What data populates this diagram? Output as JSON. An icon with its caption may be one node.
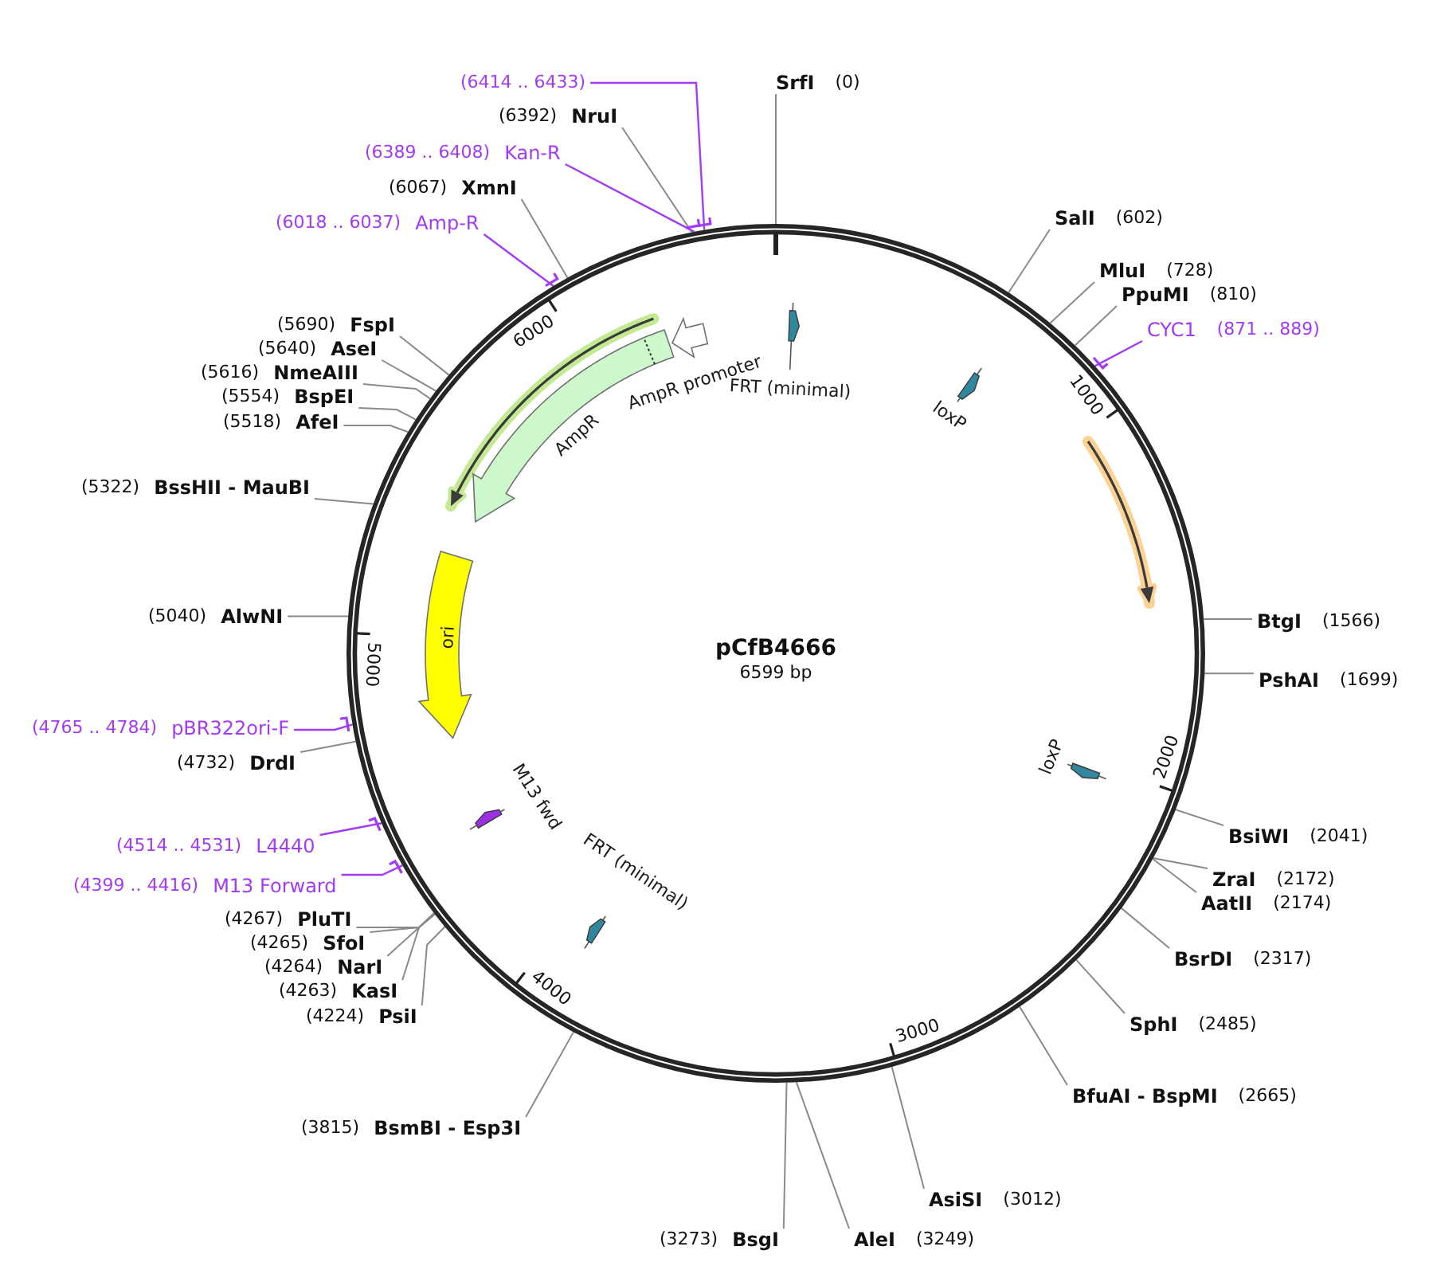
{
  "diagram": {
    "nodes": [
      {
        "text": [
          "pCfB4666",
          "6599 bp"
        ]
      },
      {
        "text": [
          "AmpR"
        ],
        "in": 0
      },
      {
        "text": [
          "AmpR promoter"
        ],
        "in": 0
      },
      {
        "text": [
          "FRT (minimal)"
        ],
        "in": 0
      },
      {
        "text": [
          "loxP"
        ],
        "in": 0
      },
      {
        "text": [],
        "shape": "arrow",
        "in": 0
      },
      {
        "text": [
          "ori"
        ],
        "in": 0
      },
      {
        "text": [
          "loxP"
        ],
        "in": 0
      },
      {
        "text": [
          "M13 fwd"
        ],
        "in": 0
      },
      {
        "text": [
          "FRT (minimal)"
        ],
        "in": 0
      },
      {
        "text": [
          "SrfI",
          "(0)"
        ]
      },
      {
        "text": [
          "SalI",
          "(602)"
        ]
      },
      {
        "text": [
          "MluI",
          "(728)"
        ]
      },
      {
        "text": [
          "PpuMI",
          "(810)"
        ]
      },
      {
        "text": [
          "CYC1",
          "(871 .. 889)"
        ]
      },
      {
        "text": [
          "BtgI",
          "(1566)"
        ]
      },
      {
        "text": [
          "PshAI",
          "(1699)"
        ]
      },
      {
        "text": [
          "BsiWI",
          "(2041)"
        ]
      },
      {
        "text": [
          "ZraI",
          "(2172)"
        ]
      },
      {
        "text": [
          "AatII",
          "(2174)"
        ]
      },
      {
        "text": [
          "BsrDI",
          "(2317)"
        ]
      },
      {
        "text": [
          "SphI",
          "(2485)"
        ]
      },
      {
        "text": [
          "BfuAI - BspMI",
          "(2665)"
        ]
      },
      {
        "text": [
          "AsiSI",
          "(3012)"
        ]
      },
      {
        "text": [
          "AleI",
          "(3249)"
        ]
      },
      {
        "text": [
          "(3273)",
          "BsgI"
        ]
      },
      {
        "text": [
          "(3815)",
          "BsmBI - Esp3I"
        ]
      },
      {
        "text": [
          "(4224)",
          "PsiI"
        ]
      },
      {
        "text": [
          "(4263)",
          "KasI"
        ]
      },
      {
        "text": [
          "(4264)",
          "NarI"
        ]
      },
      {
        "text": [
          "(4265)",
          "SfoI"
        ]
      },
      {
        "text": [
          "(4267)",
          "PluTI"
        ]
      },
      {
        "text": [
          "(4399 .. 4416)",
          "M13 Forward"
        ]
      },
      {
        "text": [
          "(4514 .. 4531)",
          "L4440"
        ]
      },
      {
        "text": [
          "(4732)",
          "DrdI"
        ]
      },
      {
        "text": [
          "(4765 .. 4784)",
          "pBR322ori-F"
        ]
      },
      {
        "text": [
          "(5040)",
          "AlwNI"
        ]
      },
      {
        "text": [
          "(5322)",
          "BssHII - MauBI"
        ]
      },
      {
        "text": [
          "(5518)",
          "AfeI"
        ]
      },
      {
        "text": [
          "(5554)",
          "BspEI"
        ]
      },
      {
        "text": [
          "(5616)",
          "NmeAIII"
        ]
      },
      {
        "text": [
          "(5640)",
          "AseI"
        ]
      },
      {
        "text": [
          "(5690)",
          "FspI"
        ]
      },
      {
        "text": [
          "(6018 .. 6037)",
          "Amp-R"
        ]
      },
      {
        "text": [
          "(6067)",
          "XmnI"
        ]
      },
      {
        "text": [
          "(6392)",
          "NruI"
        ]
      },
      {
        "text": [
          "(6389 .. 6408)",
          "Kan-R"
        ]
      },
      {
        "text": [
          "(6414 .. 6433)"
        ]
      }
    ],
    "edges": [
      {
        "from": 10,
        "to": 0,
        "arrow": "none"
      },
      {
        "from": 11,
        "to": 0,
        "arrow": "none"
      },
      {
        "from": 12,
        "to": 0,
        "arrow": "none"
      },
      {
        "from": 13,
        "to": 0,
        "arrow": "none"
      },
      {
        "from": 14,
        "to": 0,
        "arrow": "none",
        "color": "#a23cf4"
      },
      {
        "from": 15,
        "to": 0,
        "arrow": "none"
      },
      {
        "from": 16,
        "to": 0,
        "arrow": "none"
      },
      {
        "from": 17,
        "to": 0,
        "arrow": "none"
      },
      {
        "from": 18,
        "to": 0,
        "arrow": "none"
      },
      {
        "from": 19,
        "to": 0,
        "arrow": "none"
      },
      {
        "from": 20,
        "to": 0,
        "arrow": "none"
      },
      {
        "from": 21,
        "to": 0,
        "arrow": "none"
      },
      {
        "from": 22,
        "to": 0,
        "arrow": "none"
      },
      {
        "from": 23,
        "to": 0,
        "arrow": "none"
      },
      {
        "from": 24,
        "to": 0,
        "arrow": "none"
      },
      {
        "from": 25,
        "to": 0,
        "arrow": "none"
      },
      {
        "from": 26,
        "to": 0,
        "arrow": "none"
      },
      {
        "from": 27,
        "to": 0,
        "arrow": "none"
      },
      {
        "from": 28,
        "to": 0,
        "arrow": "none"
      },
      {
        "from": 29,
        "to": 0,
        "arrow": "none"
      },
      {
        "from": 30,
        "to": 0,
        "arrow": "none"
      },
      {
        "from": 31,
        "to": 0,
        "arrow": "none"
      },
      {
        "from": 32,
        "to": 0,
        "arrow": "none",
        "color": "#a23cf4"
      },
      {
        "from": 33,
        "to": 0,
        "arrow": "none",
        "color": "#a23cf4"
      },
      {
        "from": 34,
        "to": 0,
        "arrow": "none"
      },
      {
        "from": 35,
        "to": 0,
        "arrow": "none",
        "color": "#a23cf4"
      },
      {
        "from": 36,
        "to": 0,
        "arrow": "none"
      },
      {
        "from": 37,
        "to": 0,
        "arrow": "none"
      },
      {
        "from": 38,
        "to": 0,
        "arrow": "none"
      },
      {
        "from": 39,
        "to": 0,
        "arrow": "none"
      },
      {
        "from": 40,
        "to": 0,
        "arrow": "none"
      },
      {
        "from": 41,
        "to": 0,
        "arrow": "none"
      },
      {
        "from": 42,
        "to": 0,
        "arrow": "none"
      },
      {
        "from": 43,
        "to": 0,
        "arrow": "none",
        "color": "#a23cf4"
      },
      {
        "from": 44,
        "to": 0,
        "arrow": "none"
      },
      {
        "from": 45,
        "to": 0,
        "arrow": "none"
      },
      {
        "from": 46,
        "to": 0,
        "arrow": "none",
        "color": "#a23cf4"
      },
      {
        "from": 47,
        "to": 0,
        "arrow": "none",
        "color": "#a23cf4"
      }
    ],
    "labels": [
      "1000",
      "2000",
      "3000",
      "4000",
      "5000",
      "6000"
    ]
  }
}
